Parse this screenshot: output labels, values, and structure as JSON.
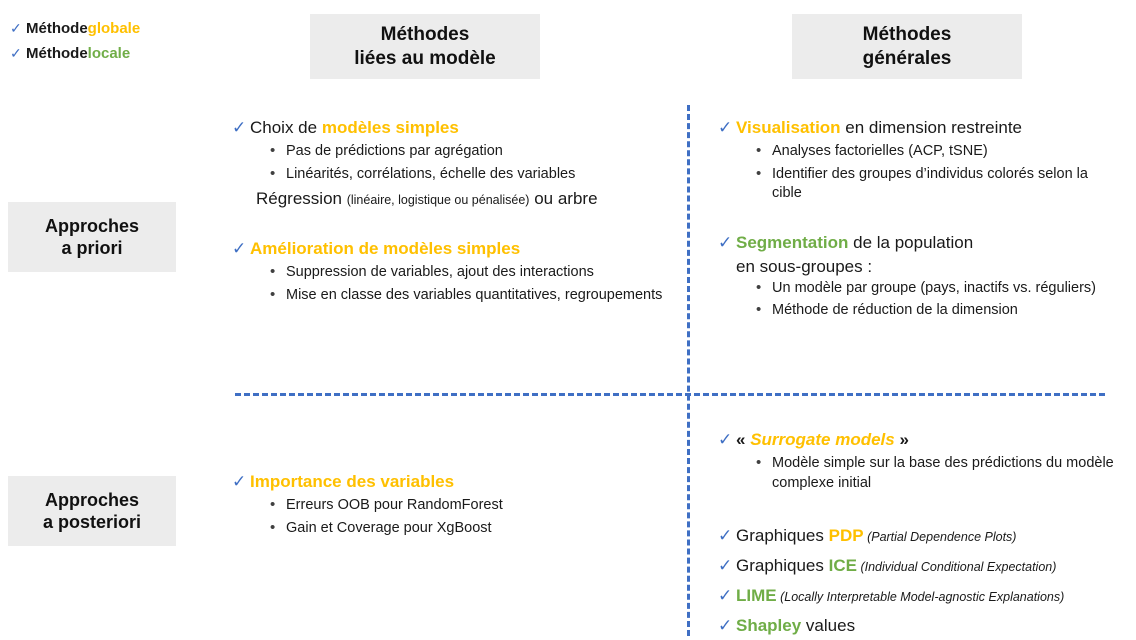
{
  "colors": {
    "yellow": "#FFC000",
    "green": "#70AD47",
    "check_blue": "#3F6FC4",
    "box_grey": "#ECECEC",
    "text": "#1A1A1A"
  },
  "legend": {
    "items": [
      {
        "prefix": "Méthode ",
        "highlight": "globale",
        "color": "yellow"
      },
      {
        "prefix": "Méthode ",
        "highlight": "locale",
        "color": "green"
      }
    ]
  },
  "headers": {
    "column_model": {
      "line1": "Méthodes",
      "line2": "liées au modèle"
    },
    "column_general": {
      "line1": "Méthodes",
      "line2": "générales"
    }
  },
  "row_labels": {
    "apriori": {
      "line1": "Approches",
      "line2": "a priori"
    },
    "aposteriori": {
      "line1": "Approches",
      "line2": "a posteriori"
    }
  },
  "quadrants": {
    "top_left": {
      "block1": {
        "heading_plain": "Choix de ",
        "heading_highlight": "modèles simples",
        "bullets": [
          "Pas de prédictions par agrégation",
          "Linéarités, corrélations, échelle des variables"
        ],
        "free_line": {
          "part1": "Régression ",
          "part2": "(linéaire, logistique ou pénalisée)",
          "part3": " ou arbre"
        }
      },
      "block2": {
        "heading_highlight": "Amélioration de modèles simples",
        "bullets": [
          "Suppression de variables, ajout des interactions",
          "Mise en classe des variables quantitatives, regroupements"
        ]
      }
    },
    "top_right": {
      "block1": {
        "heading_highlight": "Visualisation",
        "heading_plain": " en dimension restreinte",
        "bullets": [
          "Analyses factorielles (ACP, tSNE)",
          "Identifier des groupes d’individus colorés selon la cible"
        ]
      },
      "block2": {
        "heading_highlight": "Segmentation",
        "heading_plain": " de la population",
        "heading_cont": "en sous-groupes :",
        "bullets": [
          "Un modèle  par groupe (pays, inactifs vs. réguliers)",
          "Méthode de réduction de la dimension"
        ]
      }
    },
    "bottom_left": {
      "block1": {
        "heading_highlight": "Importance des variables",
        "bullets": [
          "Erreurs OOB pour RandomForest",
          "Gain et Coverage pour XgBoost"
        ]
      }
    },
    "bottom_right": {
      "block1": {
        "quote_open": "« ",
        "heading_highlight": "Surrogate models",
        "quote_close": " »",
        "bullets": [
          "Modèle  simple sur la base des prédictions du modèle complexe initial"
        ]
      },
      "check_lines": [
        {
          "pre": "Graphiques ",
          "highlight": "PDP",
          "color": "yellow",
          "note": " (Partial Dependence Plots)"
        },
        {
          "pre": "Graphiques ",
          "highlight": "ICE",
          "color": "green",
          "note": " (Individual Conditional Expectation)"
        },
        {
          "pre": "",
          "highlight": "LIME",
          "color": "green",
          "note": " (Locally Interpretable Model-agnostic Explanations)"
        },
        {
          "pre": "",
          "highlight": "Shapley",
          "color": "green",
          "note": " values",
          "note_plain": true
        }
      ]
    }
  },
  "icons": {
    "check": "✓",
    "bullet": "•"
  }
}
